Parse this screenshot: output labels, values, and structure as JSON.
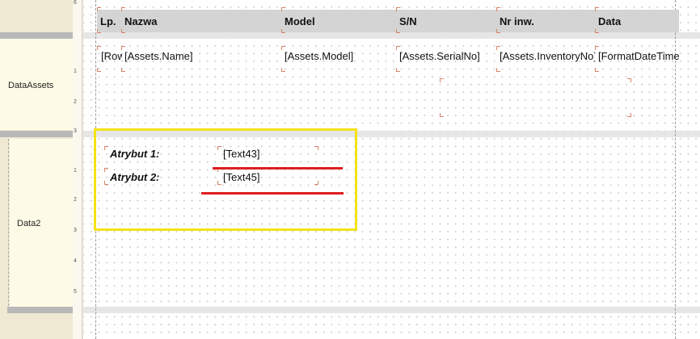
{
  "bands": {
    "data_assets_label": "DataAssets",
    "data2_label": "Data2"
  },
  "ruler": {
    "ticks_top": [
      "6"
    ],
    "ticks_band1": [
      "1",
      "2",
      "3"
    ],
    "ticks_band2": [
      "1",
      "2",
      "3",
      "4",
      "5"
    ]
  },
  "table_header": {
    "lp": "Lp.",
    "name": "Nazwa",
    "model": "Model",
    "serial": "S/N",
    "inventory": "Nr inw.",
    "date": "Data"
  },
  "table_row": {
    "lp": "[Row#]",
    "name": "[Assets.Name]",
    "model": "[Assets.Model]",
    "serial": "[Assets.SerialNo]",
    "inventory": "[Assets.InventoryNo]",
    "date": "[FormatDateTime"
  },
  "attributes": [
    {
      "label": "Atrybut 1:",
      "value": "[Text43]"
    },
    {
      "label": "Atrybut 2:",
      "value": "[Text45]"
    }
  ],
  "colors": {
    "highlight_box": "#f5e21a",
    "underline": "#e01e1e",
    "header_bg": "#d4d4d4"
  }
}
